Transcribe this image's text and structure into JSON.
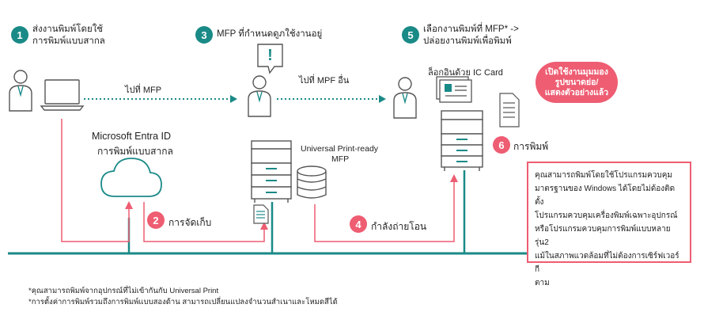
{
  "steps": {
    "s1": {
      "num": "1",
      "line1": "ส่งงานพิมพ์โดยใช้",
      "line2": "การพิมพ์แบบสากล"
    },
    "s3": {
      "num": "3",
      "text": "MFP ที่กำหนดดูภใช้งานอยู่"
    },
    "s5": {
      "num": "5",
      "line1": "เลือกงานพิมพ์ที่ MFP* ->",
      "line2": "ปล่อยงานพิมพ์เพื่อพิมพ์"
    },
    "s2": {
      "num": "2",
      "text": "การจัดเก็บ"
    },
    "s4": {
      "num": "4",
      "text": "กำลังถ่ายโอน"
    },
    "s6": {
      "num": "6",
      "text": "การพิมพ์"
    }
  },
  "labels": {
    "goto_mfp": "ไปที่ MFP",
    "goto_other": "ไปที่ MPF อื่น",
    "ic_card": "ล็อกอินด้วย IC Card",
    "entra_title": "Microsoft Entra ID",
    "entra_sub": "การพิมพ์แบบสากล",
    "mfp_line1": "Universal  Print-ready",
    "mfp_line2": "MFP",
    "alert_mark": "!"
  },
  "bubble": {
    "line1": "เปิดใช้งานมุมมอง",
    "line2": "รูปขนาดย่อ/",
    "line3": "แสดงตัวอย่างแล้ว"
  },
  "callout": {
    "line1": "คุณสามารถพิมพ์โดยใช้โปรแกรมควบคุม",
    "line2": "มาตรฐานของ Windows ได้โดยไม่ต้องติดตั้ง",
    "line3": "โปรแกรมควบคุมเครื่องพิมพ์เฉพาะอุปกรณ์",
    "line4": "หรือโปรแกรมควบคุมการพิมพ์แบบหลายรุ่น2",
    "line5": "แม้ในสภาพแวดล้อมที่ไม่ต้องการเซิร์ฟเวอร์กี",
    "line6": "ตาม"
  },
  "footnotes": {
    "f1": "*คุณสามารถพิมพ์จากอุปกรณ์ที่ไม่เข้ากันกับ Universal Print",
    "f2": "*การตั้งค่าการพิมพ์รวมถึงการพิมพ์แบบสองด้าน สามารถเปลี่ยนแปลงจำนวนสำเนาและโหมดสีได้"
  },
  "colors": {
    "teal": "#1a8a87",
    "pink": "#ee5d72",
    "gray": "#555555"
  }
}
